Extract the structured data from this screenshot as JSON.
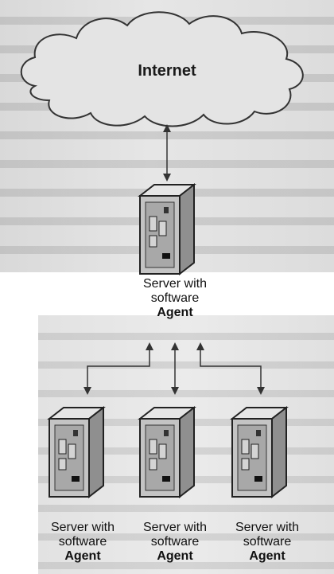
{
  "cloud": {
    "label": "Internet"
  },
  "top_server": {
    "line1": "Server with",
    "line2": "software",
    "line3": "Agent"
  },
  "bottom_servers": [
    {
      "line1": "Server with",
      "line2": "software",
      "line3": "Agent"
    },
    {
      "line1": "Server with",
      "line2": "software",
      "line3": "Agent"
    },
    {
      "line1": "Server with",
      "line2": "software",
      "line3": "Agent"
    }
  ],
  "colors": {
    "arrow": "#333333",
    "server_body": "#bdbdbd",
    "cloud_fill": "#e4e4e4"
  }
}
